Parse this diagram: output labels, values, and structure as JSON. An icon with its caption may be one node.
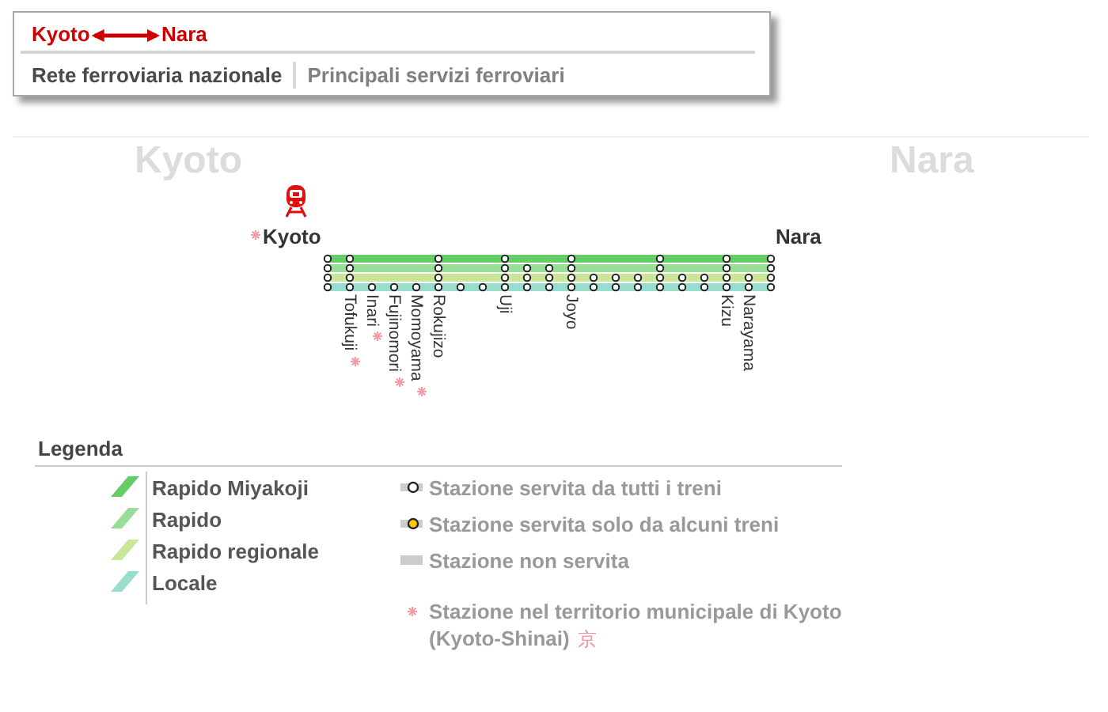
{
  "diagram": {
    "nodes": [
      {
        "text": [
          "Kyoto"
        ]
      },
      {
        "text": [
          "Nara"
        ]
      }
    ],
    "edges": [
      {
        "from": 0,
        "to": 1,
        "arrow": "both"
      }
    ],
    "labels": [
      "Rete ferroviaria nazionale",
      "Principali servizi ferroviari",
      "Kyoto",
      "Nara",
      "Kyoto",
      "Nara",
      "Tofukuji",
      "Inari",
      "Fujinomori",
      "Momoyama",
      "Rokujizo",
      "Uji",
      "Joyo",
      "Kizu",
      "Narayama",
      "Legenda",
      "京"
    ],
    "legend": [
      {
        "text": "Rapido Miyakoji",
        "color": "#66cc66"
      },
      {
        "text": "Rapido",
        "color": "#99dd99"
      },
      {
        "text": "Rapido regionale",
        "color": "#cce699"
      },
      {
        "text": "Locale",
        "color": "#99ddcc"
      },
      {
        "text": "Stazione servita da tutti i treni"
      },
      {
        "text": "Stazione servita solo da alcuni treni"
      },
      {
        "text": "Stazione non servita",
        "color": "#cccccc"
      },
      {
        "text": "Stazione nel territorio municipale di Kyoto (Kyoto-Shinai)"
      }
    ]
  }
}
